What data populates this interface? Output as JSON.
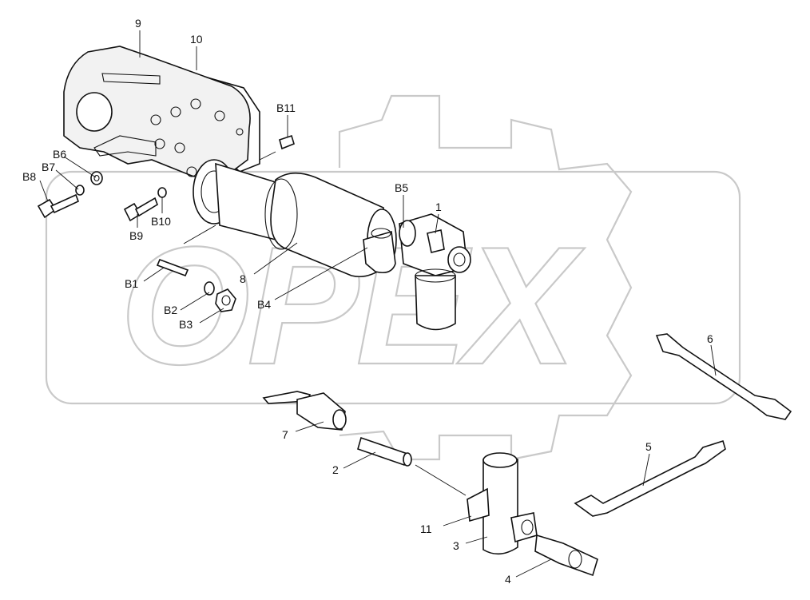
{
  "watermark": {
    "text": "OPEX"
  },
  "callouts": [
    {
      "id": "c1",
      "text": "1"
    },
    {
      "id": "c2",
      "text": "2"
    },
    {
      "id": "c3",
      "text": "3"
    },
    {
      "id": "c4",
      "text": "4"
    },
    {
      "id": "c5",
      "text": "5"
    },
    {
      "id": "c6",
      "text": "6"
    },
    {
      "id": "c7",
      "text": "7"
    },
    {
      "id": "c8",
      "text": "8"
    },
    {
      "id": "c9",
      "text": "9"
    },
    {
      "id": "c10",
      "text": "10"
    },
    {
      "id": "c11",
      "text": "11"
    },
    {
      "id": "cB1",
      "text": "B1"
    },
    {
      "id": "cB2",
      "text": "B2"
    },
    {
      "id": "cB3",
      "text": "B3"
    },
    {
      "id": "cB4",
      "text": "B4"
    },
    {
      "id": "cB5",
      "text": "B5"
    },
    {
      "id": "cB6",
      "text": "B6"
    },
    {
      "id": "cB7",
      "text": "B7"
    },
    {
      "id": "cB8",
      "text": "B8"
    },
    {
      "id": "cB9",
      "text": "B9"
    },
    {
      "id": "cB10",
      "text": "B10"
    },
    {
      "id": "cB11",
      "text": "B11"
    }
  ]
}
